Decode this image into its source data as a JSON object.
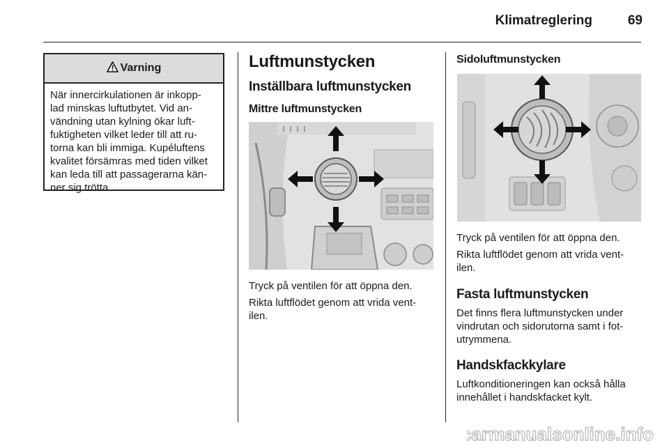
{
  "header": {
    "title": "Klimatreglering",
    "page_number": "69"
  },
  "warning": {
    "title": "Varning",
    "icon": "warning-triangle-icon",
    "lines": [
      "När innercirkulationen är inkopp-",
      "lad minskas luftutbytet. Vid an-",
      "vändning utan kylning ökar luft-",
      "fuktigheten vilket leder till att ru-",
      "torna kan bli immiga. Kupéluftens",
      "kvalitet försämras med tiden vilket",
      "kan leda till att passagerarna kän-",
      "ner sig trötta."
    ]
  },
  "center": {
    "h1": "Luftmunstycken",
    "h2": "Inställbara luftmunstycken",
    "h3": "Mittre luftmunstycken",
    "figure": "center-vent-illustration",
    "p1": "Tryck på ventilen för att öppna den.",
    "p2_lines": [
      "Rikta luftflödet genom att vrida vent-",
      "ilen."
    ]
  },
  "right": {
    "h3": "Sidoluftmunstycken",
    "figure": "side-vent-illustration",
    "p1": "Tryck på ventilen för att öppna den.",
    "p2_lines": [
      "Rikta luftflödet genom att vrida vent-",
      "ilen."
    ],
    "h2a": "Fasta luftmunstycken",
    "pa_lines": [
      "Det finns flera luftmunstycken under",
      "vindrutan och sidorutorna samt i fot-",
      "utrymmena."
    ],
    "h2b": "Handskfackkylare",
    "pb_lines": [
      "Luftkonditioneringen kan också hålla",
      "innehållet i handskfacket kylt."
    ]
  },
  "footer": {
    "watermark": "carmanualsonline.info"
  }
}
